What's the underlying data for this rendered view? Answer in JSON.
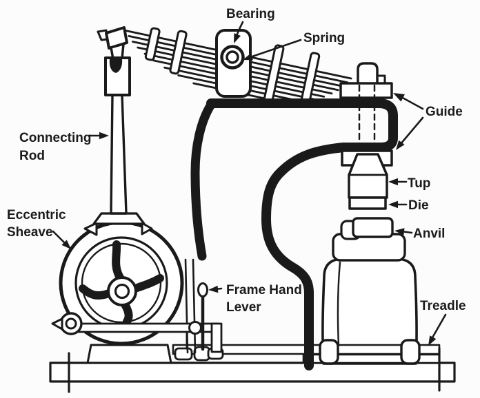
{
  "diagram": {
    "type": "technical line drawing",
    "subject_labels_visible_only": true,
    "ink_color": "#1a1a1a",
    "background_color": "#fcfcfc",
    "labels": {
      "bearing": {
        "text": "Bearing"
      },
      "spring": {
        "text": "Spring"
      },
      "guide": {
        "text": "Guide"
      },
      "connecting_rod": {
        "line1": "Connecting",
        "line2": "Rod"
      },
      "eccentric_sheave": {
        "line1": "Eccentric",
        "line2": "Sheave"
      },
      "tup": {
        "text": "Tup"
      },
      "die": {
        "text": "Die"
      },
      "anvil": {
        "text": "Anvil"
      },
      "frame_hand_lever": {
        "line1": "Frame Hand",
        "line2": "Lever"
      },
      "treadle": {
        "text": "Treadle"
      }
    }
  }
}
